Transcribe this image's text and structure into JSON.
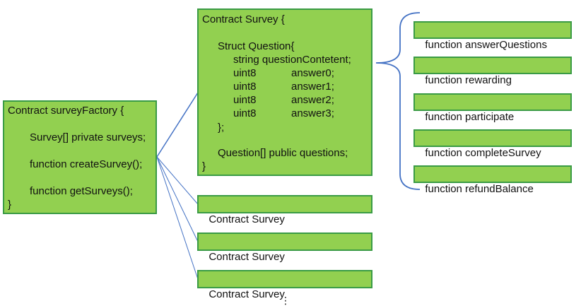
{
  "factory": {
    "lines": [
      "Contract surveyFactory {",
      "Survey[] private surveys;",
      "function createSurvey();",
      "function getSurveys();",
      "}"
    ]
  },
  "survey_detail": {
    "lines": [
      "Contract Survey {",
      "Struct Question{",
      "string questionContetent;",
      "uint8",
      "answer0;",
      "uint8",
      "answer1;",
      "uint8",
      "answer2;",
      "uint8",
      "answer3;",
      "};",
      "Question[] public questions;",
      "}"
    ]
  },
  "survey_instances": [
    {
      "label": "Contract Survey"
    },
    {
      "label": "Contract Survey"
    },
    {
      "label": "Contract Survey"
    }
  ],
  "functions": [
    {
      "label": "function answerQuestions"
    },
    {
      "label": "function rewarding"
    },
    {
      "label": "function participate"
    },
    {
      "label": "function completeSurvey"
    },
    {
      "label": "function refundBalance"
    }
  ],
  "ellipsis": "⋮",
  "colors": {
    "box_fill": "#92d050",
    "box_border": "#3a9b45",
    "connector": "#4472c4"
  }
}
